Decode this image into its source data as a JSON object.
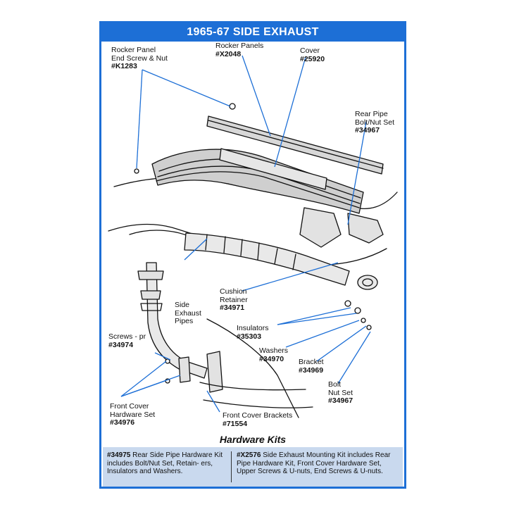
{
  "title": "1965-67 SIDE EXHAUST",
  "labels": {
    "rocker_screw": {
      "lines": [
        "Rocker Panel",
        "End Screw & Nut"
      ],
      "part": "#K1283"
    },
    "rocker_panels": {
      "lines": [
        "Rocker Panels"
      ],
      "part": "#X2048"
    },
    "cover": {
      "lines": [
        "Cover"
      ],
      "part": "#25920"
    },
    "rear_pipe_bolt": {
      "lines": [
        "Rear Pipe",
        "Bolt/Nut Set"
      ],
      "part": "#34967"
    },
    "cushion_retainer": {
      "lines": [
        "Cushion",
        "Retainer"
      ],
      "part": "#34971"
    },
    "side_exhaust": {
      "lines": [
        "Side",
        "Exhaust",
        "Pipes"
      ]
    },
    "insulators": {
      "lines": [
        "Insulators"
      ],
      "part": "#35303"
    },
    "screws": {
      "lines": [
        "Screws - pr"
      ],
      "part": "#34974"
    },
    "washers": {
      "lines": [
        "Washers"
      ],
      "part": "#34970"
    },
    "bracket": {
      "lines": [
        "Bracket"
      ],
      "part": "#34969"
    },
    "bolt_nut": {
      "lines": [
        "Bolt",
        "Nut Set"
      ],
      "part": "#34967"
    },
    "front_cover_hw": {
      "lines": [
        "Front Cover",
        "Hardware Set"
      ],
      "part": "#34976"
    },
    "front_cover_brackets": {
      "lines": [
        "Front Cover Brackets"
      ],
      "part": "#71554"
    }
  },
  "hardware_kits": {
    "title": "Hardware Kits",
    "kit1": {
      "part": "#34975",
      "text": " Rear Side Pipe Hardware Kit includes Bolt/Nut Set, Retain- ers, Insulators and Washers."
    },
    "kit2": {
      "part": "#X2576",
      "text": " Side Exhaust Mounting Kit includes Rear Pipe Hardware Kit, Front Cover Hardware Set, Upper Screws & U-nuts, End Screws & U-nuts."
    }
  },
  "colors": {
    "accent": "#1d6fd6",
    "kit_bg": "#c9d9ee",
    "leader": "#1d6fd6"
  }
}
